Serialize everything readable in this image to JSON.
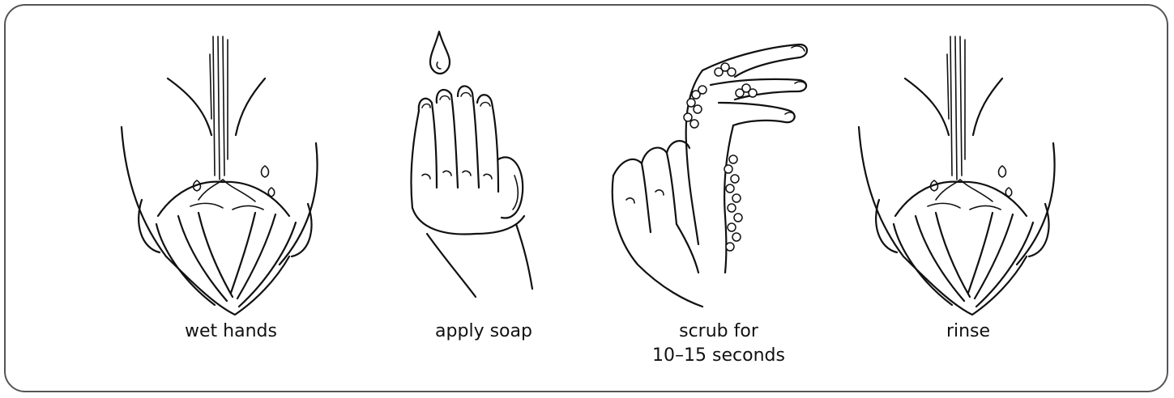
{
  "steps": [
    {
      "label": "wet hands",
      "icon": "cupped-hands-under-water-icon"
    },
    {
      "label": "apply soap",
      "icon": "hand-with-soap-drop-icon"
    },
    {
      "label": "scrub for",
      "label_line2": "10–15 seconds",
      "icon": "scrubbing-hands-icon"
    },
    {
      "label": "rinse",
      "icon": "rinsing-hands-under-water-icon"
    }
  ],
  "colors": {
    "border": "#555555",
    "ink": "#111111",
    "background": "#ffffff"
  }
}
